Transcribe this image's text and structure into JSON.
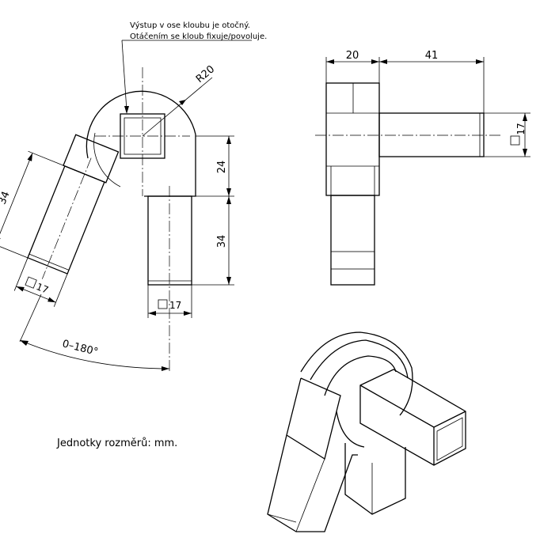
{
  "notes": {
    "line1": "Výstup v ose kloubu je otočný.",
    "line2": "Otáčením se kloub fixuje/povoluje."
  },
  "dimensions": {
    "radius": "R20",
    "height_24": "24",
    "length_34_left": "34",
    "length_34_right": "34",
    "square_bottom": "17",
    "square_angled": "17",
    "angle_range": "0–180°",
    "width_20": "20",
    "length_41": "41",
    "square_side": "17"
  },
  "units_note": "Jednotky rozměrů: mm."
}
